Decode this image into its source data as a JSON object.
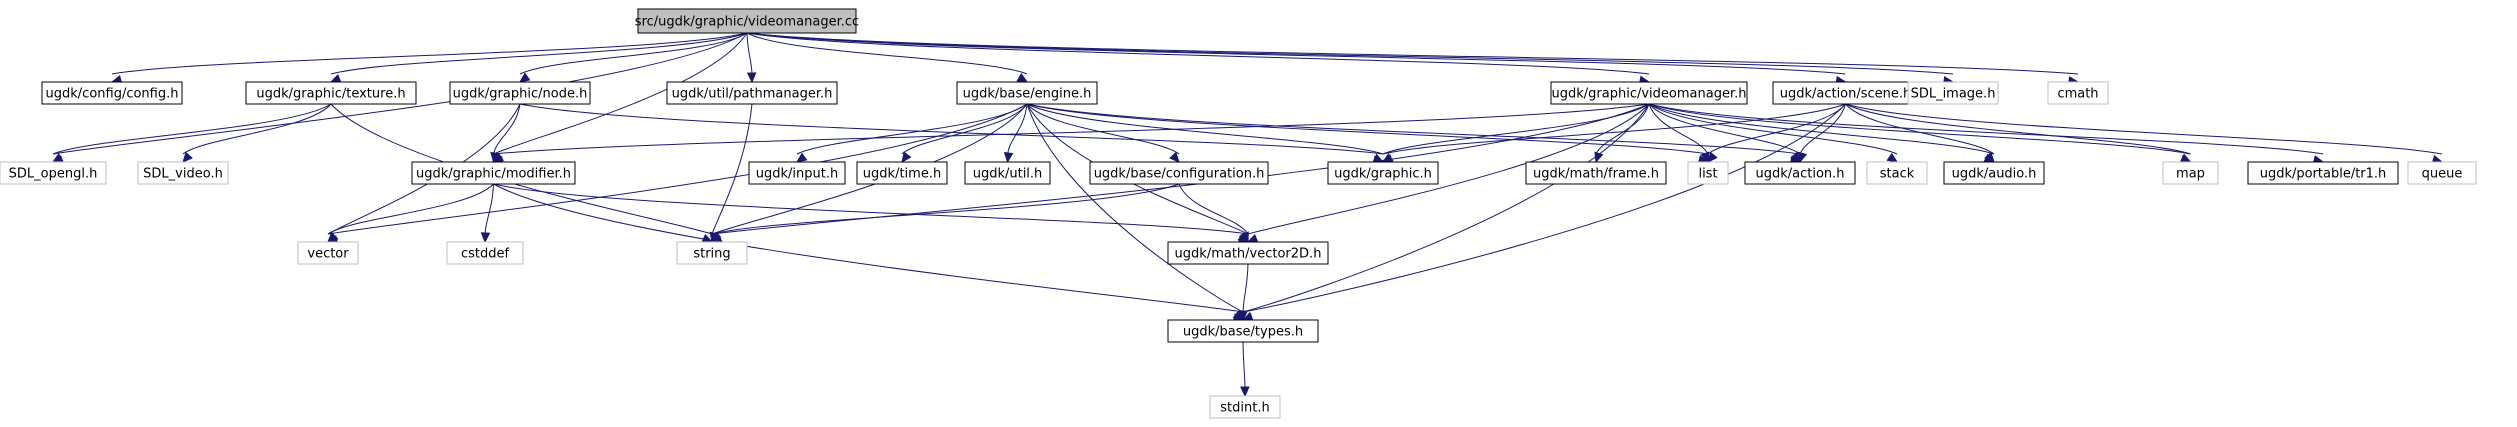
{
  "colors": {
    "edge": "#191970",
    "root_fill": "#bfbfbf",
    "system_border": "#bfbfbf",
    "node_border": "#000000"
  },
  "nodes": [
    {
      "id": "n_root",
      "label": "src/ugdk/graphic/videomanager.cc",
      "kind": "root"
    },
    {
      "id": "n_config",
      "label": "ugdk/config/config.h",
      "kind": "local"
    },
    {
      "id": "n_texture",
      "label": "ugdk/graphic/texture.h",
      "kind": "local"
    },
    {
      "id": "n_node",
      "label": "ugdk/graphic/node.h",
      "kind": "local"
    },
    {
      "id": "n_pathmgr",
      "label": "ugdk/util/pathmanager.h",
      "kind": "local"
    },
    {
      "id": "n_engine",
      "label": "ugdk/base/engine.h",
      "kind": "local"
    },
    {
      "id": "n_vmh",
      "label": "ugdk/graphic/videomanager.h",
      "kind": "local"
    },
    {
      "id": "n_scene",
      "label": "ugdk/action/scene.h",
      "kind": "local"
    },
    {
      "id": "n_sdlimage",
      "label": "SDL_image.h",
      "kind": "system"
    },
    {
      "id": "n_cmath",
      "label": "cmath",
      "kind": "system"
    },
    {
      "id": "n_sdlopengl",
      "label": "SDL_opengl.h",
      "kind": "system"
    },
    {
      "id": "n_sdlvideo",
      "label": "SDL_video.h",
      "kind": "system"
    },
    {
      "id": "n_modifier",
      "label": "ugdk/graphic/modifier.h",
      "kind": "local"
    },
    {
      "id": "n_input",
      "label": "ugdk/input.h",
      "kind": "local"
    },
    {
      "id": "n_time",
      "label": "ugdk/time.h",
      "kind": "local"
    },
    {
      "id": "n_util",
      "label": "ugdk/util.h",
      "kind": "local"
    },
    {
      "id": "n_baseconf",
      "label": "ugdk/base/configuration.h",
      "kind": "local"
    },
    {
      "id": "n_graphic",
      "label": "ugdk/graphic.h",
      "kind": "local"
    },
    {
      "id": "n_frame",
      "label": "ugdk/math/frame.h",
      "kind": "local"
    },
    {
      "id": "n_list",
      "label": "list",
      "kind": "system"
    },
    {
      "id": "n_action",
      "label": "ugdk/action.h",
      "kind": "local"
    },
    {
      "id": "n_stack",
      "label": "stack",
      "kind": "system"
    },
    {
      "id": "n_audio",
      "label": "ugdk/audio.h",
      "kind": "local"
    },
    {
      "id": "n_map",
      "label": "map",
      "kind": "system"
    },
    {
      "id": "n_tr1",
      "label": "ugdk/portable/tr1.h",
      "kind": "local"
    },
    {
      "id": "n_queue",
      "label": "queue",
      "kind": "system"
    },
    {
      "id": "n_vector",
      "label": "vector",
      "kind": "system"
    },
    {
      "id": "n_cstddef",
      "label": "cstddef",
      "kind": "system"
    },
    {
      "id": "n_string",
      "label": "string",
      "kind": "system"
    },
    {
      "id": "n_vector2d",
      "label": "ugdk/math/vector2D.h",
      "kind": "local"
    },
    {
      "id": "n_types",
      "label": "ugdk/base/types.h",
      "kind": "local"
    },
    {
      "id": "n_stdint",
      "label": "stdint.h",
      "kind": "system"
    }
  ],
  "edges": [
    {
      "from": "n_root",
      "to": "n_config"
    },
    {
      "from": "n_root",
      "to": "n_texture"
    },
    {
      "from": "n_root",
      "to": "n_node"
    },
    {
      "from": "n_root",
      "to": "n_pathmgr"
    },
    {
      "from": "n_root",
      "to": "n_engine"
    },
    {
      "from": "n_root",
      "to": "n_vmh"
    },
    {
      "from": "n_root",
      "to": "n_scene"
    },
    {
      "from": "n_root",
      "to": "n_sdlimage"
    },
    {
      "from": "n_root",
      "to": "n_cmath"
    },
    {
      "from": "n_root",
      "to": "n_sdlopengl"
    },
    {
      "from": "n_root",
      "to": "n_modifier"
    },
    {
      "from": "n_texture",
      "to": "n_sdlopengl"
    },
    {
      "from": "n_texture",
      "to": "n_sdlvideo"
    },
    {
      "from": "n_texture",
      "to": "n_string"
    },
    {
      "from": "n_node",
      "to": "n_modifier"
    },
    {
      "from": "n_node",
      "to": "n_vector"
    },
    {
      "from": "n_node",
      "to": "n_graphic"
    },
    {
      "from": "n_pathmgr",
      "to": "n_string"
    },
    {
      "from": "n_engine",
      "to": "n_input"
    },
    {
      "from": "n_engine",
      "to": "n_time"
    },
    {
      "from": "n_engine",
      "to": "n_util"
    },
    {
      "from": "n_engine",
      "to": "n_baseconf"
    },
    {
      "from": "n_engine",
      "to": "n_graphic"
    },
    {
      "from": "n_engine",
      "to": "n_list"
    },
    {
      "from": "n_engine",
      "to": "n_action"
    },
    {
      "from": "n_engine",
      "to": "n_vector"
    },
    {
      "from": "n_engine",
      "to": "n_string"
    },
    {
      "from": "n_engine",
      "to": "n_vector2d"
    },
    {
      "from": "n_engine",
      "to": "n_types"
    },
    {
      "from": "n_vmh",
      "to": "n_graphic"
    },
    {
      "from": "n_vmh",
      "to": "n_frame"
    },
    {
      "from": "n_vmh",
      "to": "n_list"
    },
    {
      "from": "n_vmh",
      "to": "n_action"
    },
    {
      "from": "n_vmh",
      "to": "n_stack"
    },
    {
      "from": "n_vmh",
      "to": "n_audio"
    },
    {
      "from": "n_vmh",
      "to": "n_map"
    },
    {
      "from": "n_vmh",
      "to": "n_tr1"
    },
    {
      "from": "n_vmh",
      "to": "n_modifier"
    },
    {
      "from": "n_vmh",
      "to": "n_string"
    },
    {
      "from": "n_vmh",
      "to": "n_vector2d"
    },
    {
      "from": "n_vmh",
      "to": "n_types"
    },
    {
      "from": "n_scene",
      "to": "n_list"
    },
    {
      "from": "n_scene",
      "to": "n_action"
    },
    {
      "from": "n_scene",
      "to": "n_audio"
    },
    {
      "from": "n_scene",
      "to": "n_map"
    },
    {
      "from": "n_scene",
      "to": "n_queue"
    },
    {
      "from": "n_scene",
      "to": "n_graphic"
    },
    {
      "from": "n_scene",
      "to": "n_types"
    },
    {
      "from": "n_modifier",
      "to": "n_vector"
    },
    {
      "from": "n_modifier",
      "to": "n_cstddef"
    },
    {
      "from": "n_modifier",
      "to": "n_vector2d"
    },
    {
      "from": "n_modifier",
      "to": "n_types"
    },
    {
      "from": "n_baseconf",
      "to": "n_string"
    },
    {
      "from": "n_baseconf",
      "to": "n_vector2d"
    },
    {
      "from": "n_vector2d",
      "to": "n_types"
    },
    {
      "from": "n_types",
      "to": "n_stdint"
    }
  ]
}
